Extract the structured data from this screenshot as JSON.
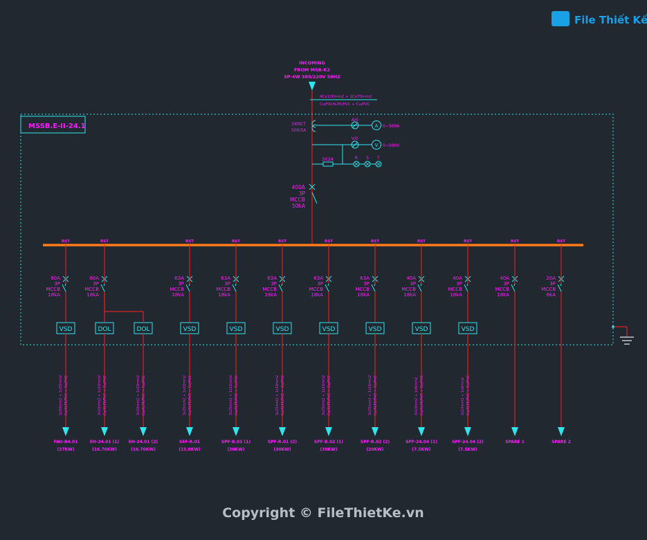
{
  "colors": {
    "background": "#212830",
    "magenta": "#ff1cff",
    "cyan": "#2fe6f0",
    "red": "#e02020",
    "orange": "#ff7a1a",
    "white": "#e8e8e8"
  },
  "logo": {
    "text": "File Thiết Kế .vn"
  },
  "incoming": {
    "line1": "INCOMING",
    "line2": "FROM MSB-K2",
    "line3": "3P-4W 380/220V 50HZ",
    "cable1": "4Cx120mm2 + 1Cx70mm2",
    "cable2": "Cu/FR/XLPE/PVC + Cu/PVC"
  },
  "panel": {
    "name": "MSSB.E-II-24.1"
  },
  "metering": {
    "ct_line1": "3XMCT",
    "ct_line2": "500/5A",
    "ammeter_switch": "A/S",
    "ammeter": "A",
    "ammeter_range": "0~500A",
    "voltmeter_switch": "V/S",
    "voltmeter": "V",
    "voltmeter_range": "0~500V",
    "fuse": "3X2A",
    "lamps": [
      "R",
      "S",
      "T"
    ]
  },
  "main_breaker": {
    "rating": "400A",
    "poles": "3P",
    "type": "MCCB",
    "ka": "50kA"
  },
  "busbar_phase_label": "RST",
  "feeders": [
    {
      "rating": "80A",
      "poles": "3P",
      "type": "MCCB",
      "ka": "18kA",
      "starter": "VSD",
      "cable": "3x50mm2 + 1x25mm2|Cu/XLPE/PVC + Cu/PVC",
      "load_name": "FAU-B4.01",
      "load_power": "(37KW)"
    },
    {
      "rating": "80A",
      "poles": "3P",
      "type": "MCCB",
      "ka": "18kA",
      "starter": "DOL",
      "cable": "3x16mm2 + 1x10mm2|Cu/XLPE/PVC + Cu/PVC",
      "load_name": "EH-24.01 (1)",
      "load_power": "(16.70KW)"
    },
    {
      "rating": "",
      "poles": "",
      "type": "",
      "ka": "",
      "starter": "DOL",
      "cable": "3x16mm2 + 1x10mm2|Cu/XLPE/PVC + Cu/PVC",
      "load_name": "EH-24.01 (2)",
      "load_power": "(16.70KW)"
    },
    {
      "rating": "63A",
      "poles": "3P",
      "type": "MCCB",
      "ka": "18kA",
      "starter": "VSD",
      "cable": "3x25mm2 + 1x16mm2|Cu/XLPE/PVC + Cu/PVC",
      "load_name": "SEF-R.01",
      "load_power": "(15.0KW)"
    },
    {
      "rating": "63A",
      "poles": "3P",
      "type": "MCCB",
      "ka": "18kA",
      "starter": "VSD",
      "cable": "3x25mm2 + 1x16mm2|Cu/XLPE/PVC + Cu/PVC",
      "load_name": "SPF-R.01 (1)",
      "load_power": "(30KW)"
    },
    {
      "rating": "63A",
      "poles": "3P",
      "type": "MCCB",
      "ka": "18kA",
      "starter": "VSD",
      "cable": "3x25mm2 + 1x16mm2|Cu/XLPE/PVC + Cu/PVC",
      "load_name": "SPF-R.01 (2)",
      "load_power": "(30KW)"
    },
    {
      "rating": "63A",
      "poles": "3P",
      "type": "MCCB",
      "ka": "18kA",
      "starter": "VSD",
      "cable": "3x25mm2 + 1x16mm2|Cu/XLPE/PVC + Cu/PVC",
      "load_name": "SPF-R.02 (1)",
      "load_power": "(30KW)"
    },
    {
      "rating": "63A",
      "poles": "3P",
      "type": "MCCB",
      "ka": "18kA",
      "starter": "VSD",
      "cable": "3x25mm2 + 1x16mm2|Cu/XLPE/PVC + Cu/PVC",
      "load_name": "SPF-R.02 (2)",
      "load_power": "(30KW)"
    },
    {
      "rating": "40A",
      "poles": "3P",
      "type": "MCCB",
      "ka": "18kA",
      "starter": "VSD",
      "cable": "3x10mm2 + 1x6mm2|Cu/XLPE/PVC + Cu/PVC",
      "load_name": "SPF-24.04 (1)",
      "load_power": "(7.5KW)"
    },
    {
      "rating": "40A",
      "poles": "3P",
      "type": "MCCB",
      "ka": "18kA",
      "starter": "VSD",
      "cable": "3x10mm2 + 1x6mm2|Cu/XLPE/PVC + Cu/PVC",
      "load_name": "SPF-24.04 (2)",
      "load_power": "(7.5KW)"
    },
    {
      "rating": "40A",
      "poles": "3P",
      "type": "MCCB",
      "ka": "18kA",
      "starter": "",
      "cable": "",
      "load_name": "SPARE 1",
      "load_power": ""
    },
    {
      "rating": "20A",
      "poles": "3P",
      "type": "MCCB",
      "ka": "6kA",
      "starter": "",
      "cable": "",
      "load_name": "SPARE 2",
      "load_power": ""
    }
  ],
  "watermark": "Copyright © FileThietKe.vn"
}
